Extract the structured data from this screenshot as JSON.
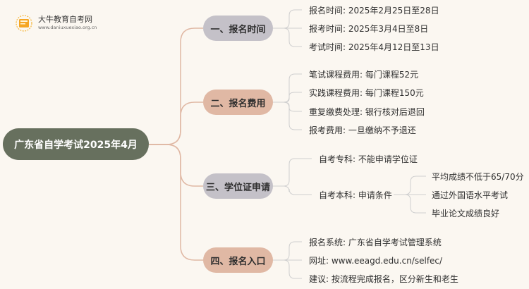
{
  "logo": {
    "title": "大牛教育自考网",
    "url": "www.daniuxuexiao.org.cn"
  },
  "root": {
    "label": "广东省自学考试2025年4月"
  },
  "categories": [
    {
      "label": "一、报名时间",
      "items": [
        "报名时间: 2025年2月25日至28日",
        "报考时间: 2025年3月4日至8日",
        "考试时间: 2025年4月12日至13日"
      ]
    },
    {
      "label": "二、报名费用",
      "items": [
        "笔试课程费用: 每门课程52元",
        "实践课程费用: 每门课程150元",
        "重复缴费处理: 银行核对后退回",
        "报考费用: 一旦缴纳不予退还"
      ]
    },
    {
      "label": "三、学位证申请",
      "items": [
        "自考专科: 不能申请学位证",
        "自考本科: 申请条件"
      ],
      "sub_items": [
        "平均成绩不低于65/70分",
        "通过外国语水平考试",
        "毕业论文成绩良好"
      ]
    },
    {
      "label": "四、报名入口",
      "items": [
        "报名系统: 广东省自学考试管理系统",
        "网址: www.eeagd.edu.cn/selfec/",
        "建议: 按流程完成报名，区分新生和老生"
      ]
    }
  ],
  "colors": {
    "root_bg": "#67705e",
    "category_gray": "#c4c1c8",
    "category_peach": "#e0b8a4",
    "connector_root": "#e0b8a4",
    "connector_leaf": "#cfcfcf",
    "background": "#fbf7f1"
  }
}
